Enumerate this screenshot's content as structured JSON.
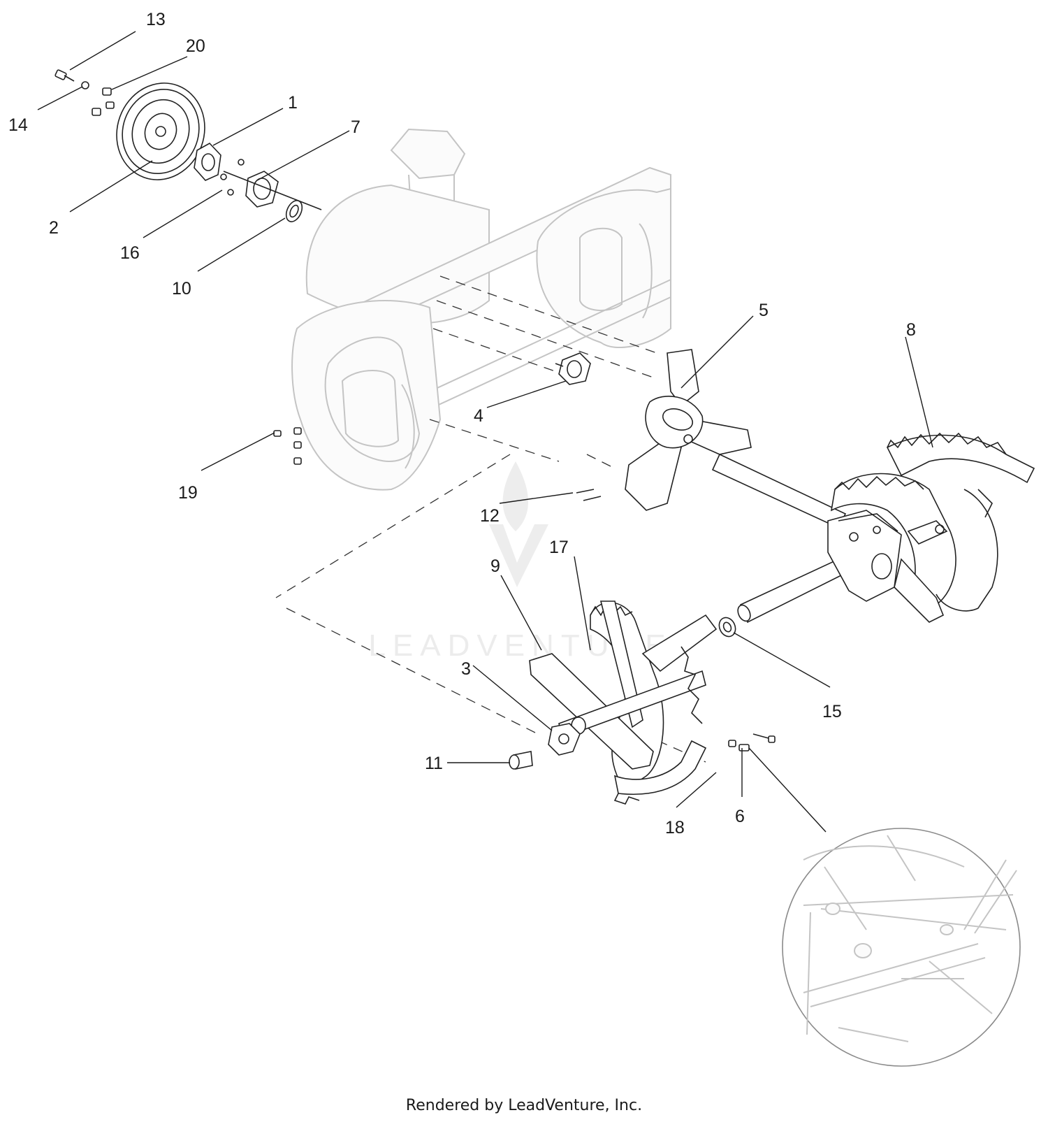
{
  "diagram": {
    "callouts": [
      {
        "id": "1",
        "label": "1"
      },
      {
        "id": "2",
        "label": "2"
      },
      {
        "id": "3",
        "label": "3"
      },
      {
        "id": "4",
        "label": "4"
      },
      {
        "id": "5",
        "label": "5"
      },
      {
        "id": "6",
        "label": "6"
      },
      {
        "id": "7",
        "label": "7"
      },
      {
        "id": "8",
        "label": "8"
      },
      {
        "id": "9",
        "label": "9"
      },
      {
        "id": "10",
        "label": "10"
      },
      {
        "id": "11",
        "label": "11"
      },
      {
        "id": "12",
        "label": "12"
      },
      {
        "id": "13",
        "label": "13"
      },
      {
        "id": "14",
        "label": "14"
      },
      {
        "id": "15",
        "label": "15"
      },
      {
        "id": "16",
        "label": "16"
      },
      {
        "id": "17",
        "label": "17"
      },
      {
        "id": "18",
        "label": "18"
      },
      {
        "id": "19",
        "label": "19"
      },
      {
        "id": "20",
        "label": "20"
      }
    ],
    "watermark": "LEADVENTURE",
    "footer": "Rendered by LeadVenture, Inc."
  }
}
